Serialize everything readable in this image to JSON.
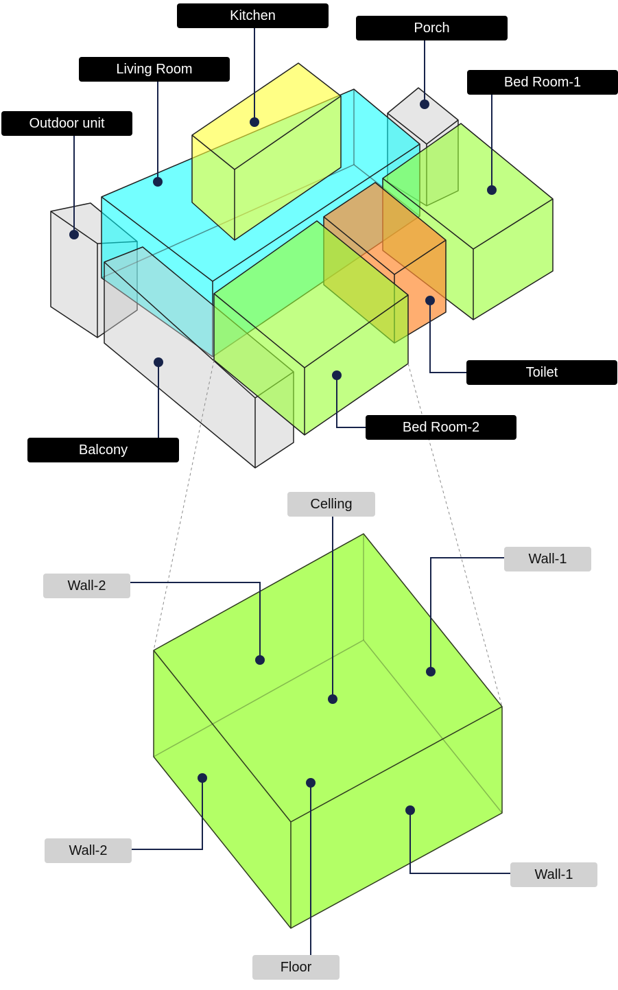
{
  "colors": {
    "outline": "#1f1f1f",
    "leader": "#17234a",
    "dark_label_bg": "#000000",
    "light_label_bg": "#d2d2d2",
    "kitchen": "#ffff33",
    "living_room": "#00ffff",
    "bedroom": "#99ff33",
    "toilet": "#ff8c33",
    "service": "#c8c8c8",
    "dashed_connector": "#8a8a8a"
  },
  "top_labels": {
    "kitchen": "Kitchen",
    "porch": "Porch",
    "living_room": "Living Room",
    "bed_room_1": "Bed Room-1",
    "outdoor_unit": "Outdoor unit",
    "toilet": "Toilet",
    "bed_room_2": "Bed Room-2",
    "balcony": "Balcony"
  },
  "detail_labels": {
    "ceiling": "Celling",
    "wall_1_top": "Wall-1",
    "wall_2_top": "Wall-2",
    "wall_2_bottom": "Wall-2",
    "wall_1_bottom": "Wall-1",
    "floor": "Floor"
  }
}
